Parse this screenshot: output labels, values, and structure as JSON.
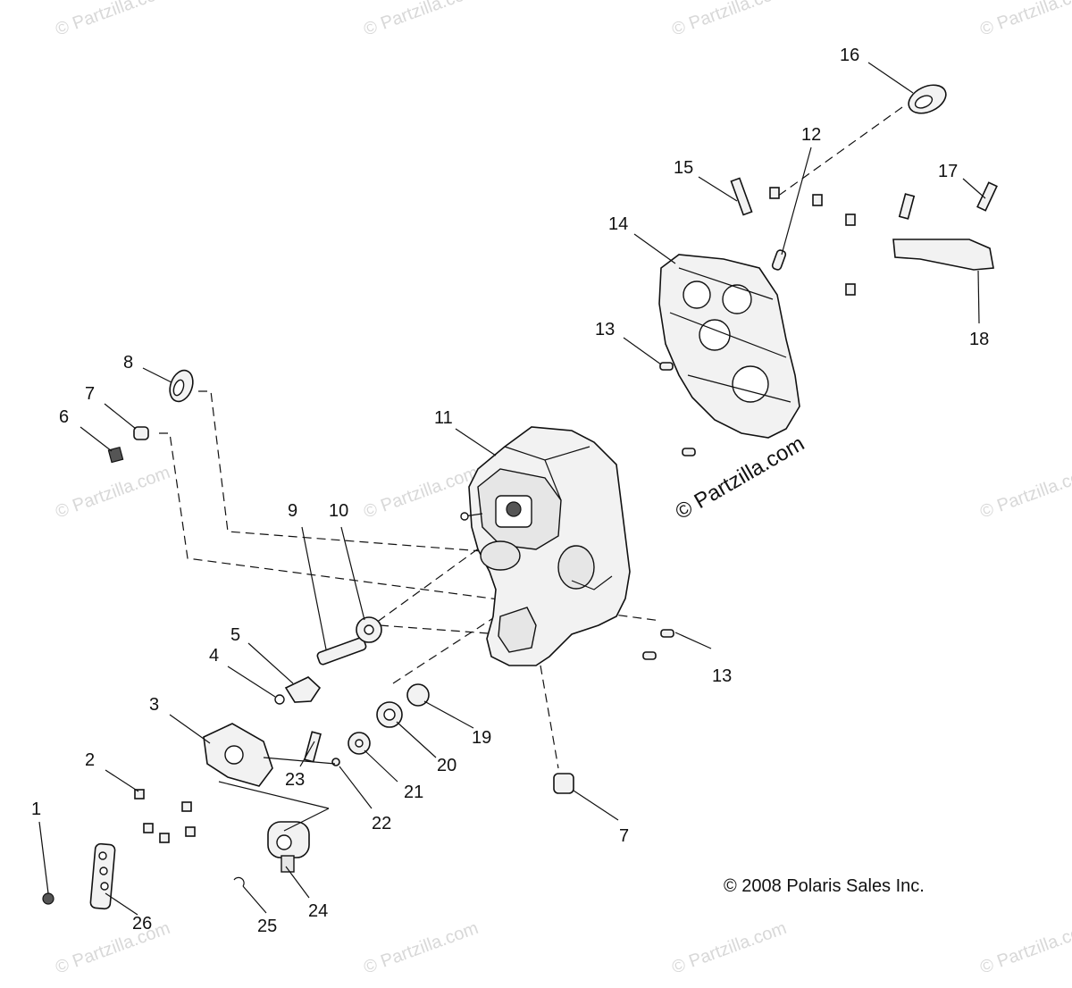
{
  "watermark": {
    "text": "© Partzilla.com"
  },
  "copyright": "© 2008 Polaris Sales Inc.",
  "callouts": {
    "c1": "1",
    "c2": "2",
    "c3": "3",
    "c4": "4",
    "c5": "5",
    "c6": "6",
    "c7a": "7",
    "c7b": "7",
    "c8": "8",
    "c9": "9",
    "c10": "10",
    "c11": "11",
    "c12": "12",
    "c13a": "13",
    "c13b": "13",
    "c14": "14",
    "c15": "15",
    "c16": "16",
    "c17": "17",
    "c18": "18",
    "c19": "19",
    "c20": "20",
    "c21": "21",
    "c22": "22",
    "c23": "23",
    "c24": "24",
    "c25": "25",
    "c26": "26"
  }
}
